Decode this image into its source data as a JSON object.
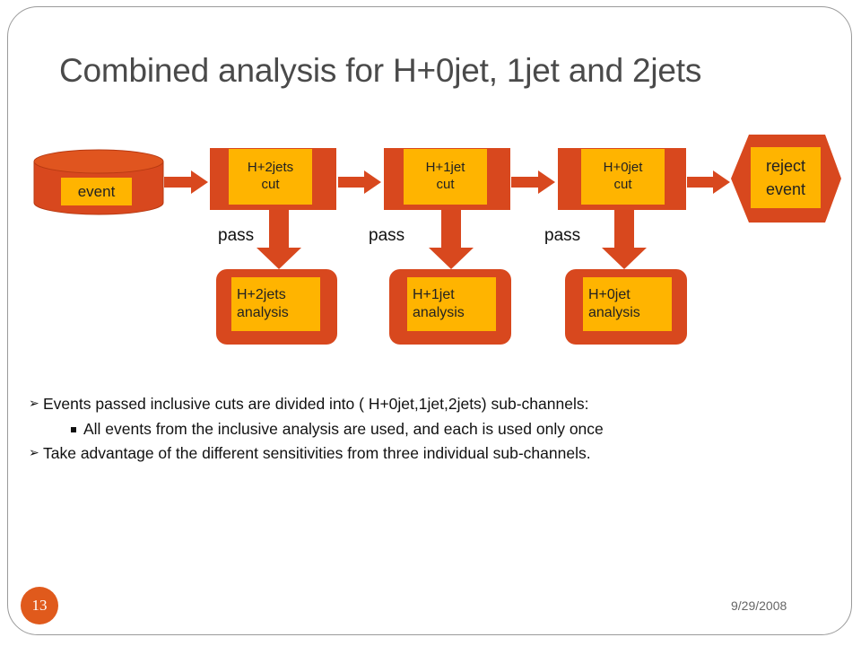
{
  "slide": {
    "title": "Combined analysis for H+0jet, 1jet and 2jets",
    "number": "13",
    "date": "9/29/2008"
  },
  "diagram": {
    "event_label": "event",
    "cuts": [
      {
        "line1": "H+2jets",
        "line2": "cut"
      },
      {
        "line1": "H+1jet",
        "line2": "cut"
      },
      {
        "line1": "H+0jet",
        "line2": "cut"
      }
    ],
    "pass_label": "pass",
    "analyses": [
      {
        "line1": "H+2jets",
        "line2": "analysis"
      },
      {
        "line1": "H+1jet",
        "line2": "analysis"
      },
      {
        "line1": "H+0jet",
        "line2": "analysis"
      }
    ],
    "reject": {
      "line1": "reject",
      "line2": "event"
    },
    "colors": {
      "shape": "#d8481e",
      "label_fill": "#ffb400",
      "outline": "#c03a10"
    }
  },
  "bullets": [
    {
      "level": 1,
      "text": "Events passed inclusive cuts are divided into ( H+0jet,1jet,2jets) sub-channels:"
    },
    {
      "level": 2,
      "text": "All events from the inclusive analysis are used, and each is used only once"
    },
    {
      "level": 1,
      "text": "Take advantage of the different sensitivities from three individual sub-channels."
    }
  ]
}
